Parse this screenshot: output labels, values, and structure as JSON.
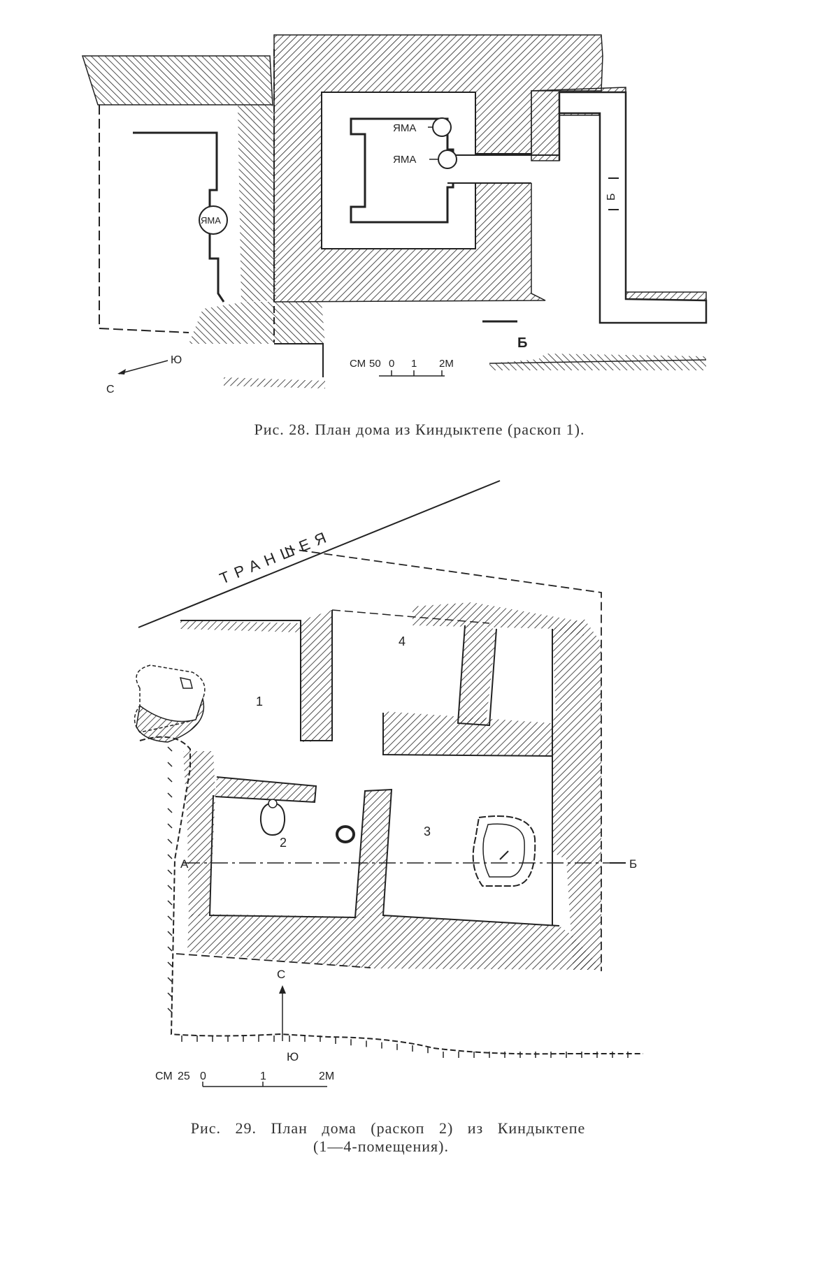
{
  "figure28": {
    "labels": {
      "pit_upper": "ЯМА",
      "pit_lower": "ЯМА",
      "pit_left": "ЯМА",
      "section_mark_right": "Б",
      "section_letter": "Б",
      "north_letter": "С",
      "south_letter": "Ю"
    },
    "scale": {
      "unit": "СМ",
      "ticks": [
        "50",
        "0",
        "1",
        "2М"
      ]
    },
    "caption": "Рис. 28. План дома из Киндыктепе (раскоп 1)."
  },
  "figure29": {
    "trench_label": "ТРАНШЕЯ",
    "rooms": [
      "1",
      "2",
      "3",
      "4"
    ],
    "section_start": "А",
    "section_end": "Б",
    "north_letter": "С",
    "south_letter": "Ю",
    "scale": {
      "unit": "СМ",
      "ticks": [
        "25",
        "0",
        "1",
        "2М"
      ]
    },
    "caption_line1": "Рис. 29. План дома (раскоп 2) из Киндыктепе",
    "caption_line2": "(1—4-помещения)."
  },
  "colors": {
    "ink": "#222222",
    "paper": "#ffffff"
  }
}
